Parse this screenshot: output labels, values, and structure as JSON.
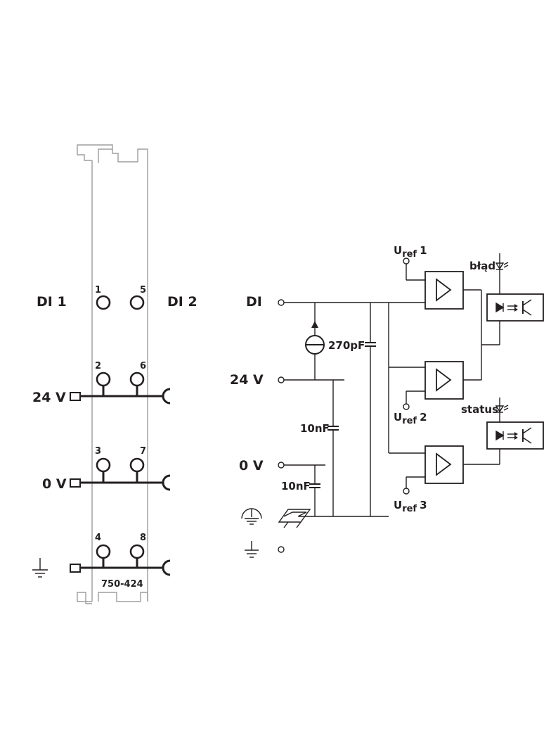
{
  "terminal_block": {
    "label_di1": "DI 1",
    "label_di2": "DI 2",
    "label_24v": "24 V",
    "label_0v": "0 V",
    "part_number": "750-424",
    "terminals": [
      "1",
      "5",
      "2",
      "6",
      "3",
      "7",
      "4",
      "8"
    ]
  },
  "schematic": {
    "label_di": "DI",
    "label_24v": "24 V",
    "label_0v": "0 V",
    "cap_270": "270pF",
    "cap_10a": "10nF",
    "cap_10b": "10nF",
    "uref": "U",
    "uref_sub": "ref",
    "uref1_idx": "1",
    "uref2_idx": "2",
    "uref3_idx": "3",
    "led_error": "błąd",
    "led_status": "status"
  }
}
